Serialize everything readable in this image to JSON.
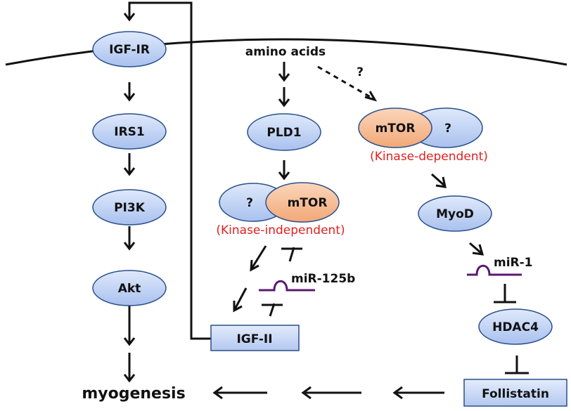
{
  "nodes": {
    "igf_ir": "IGF-IR",
    "irs1": "IRS1",
    "pi3k": "PI3K",
    "akt": "Akt",
    "pld1": "PLD1",
    "mtor_left": "mTOR",
    "unknown_left": "?",
    "mtor_right": "mTOR",
    "unknown_right": "?",
    "myod": "MyoD",
    "hdac4": "HDAC4",
    "igf_ii": "IGF-II",
    "follistatin": "Follistatin"
  },
  "labels": {
    "amino_acids": "amino acids",
    "dashed_question": "?",
    "kinase_independent": "(Kinase-independent)",
    "kinase_dependent": "(Kinase-dependent)",
    "mir_125b": "miR-125b",
    "mir_1": "miR-1",
    "myogenesis": "myogenesis"
  },
  "colors": {
    "node_blue": "#b9cdf3",
    "node_orange": "#f6b98f",
    "node_stroke": "#2a4f8a",
    "mirna_purple": "#5a1a72",
    "annotation_red": "#e02020"
  }
}
